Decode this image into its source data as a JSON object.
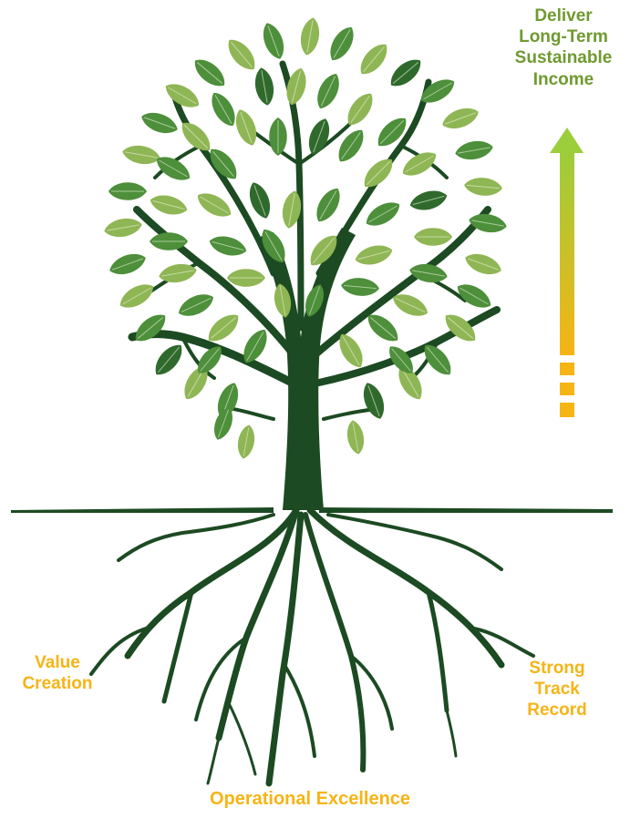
{
  "labels": {
    "goal": [
      "Deliver",
      "Long-Term",
      "Sustainable",
      "Income"
    ],
    "value_creation": [
      "Value",
      "Creation"
    ],
    "track_record": [
      "Strong",
      "Track",
      "Record"
    ],
    "operational_excellence": "Operational Excellence"
  },
  "colors": {
    "goal_text": "#6f9a2f",
    "pillar_text": "#f6b415",
    "trunk": "#1c4a22",
    "leaf_dark": "#2f6a2c",
    "leaf_mid": "#4d8f3a",
    "leaf_light": "#8fb654",
    "arrow_top": "#9ccd3a",
    "arrow_bottom": "#f6b415"
  },
  "icons": {
    "tree": "tree-icon",
    "arrow": "growth-arrow-icon"
  }
}
